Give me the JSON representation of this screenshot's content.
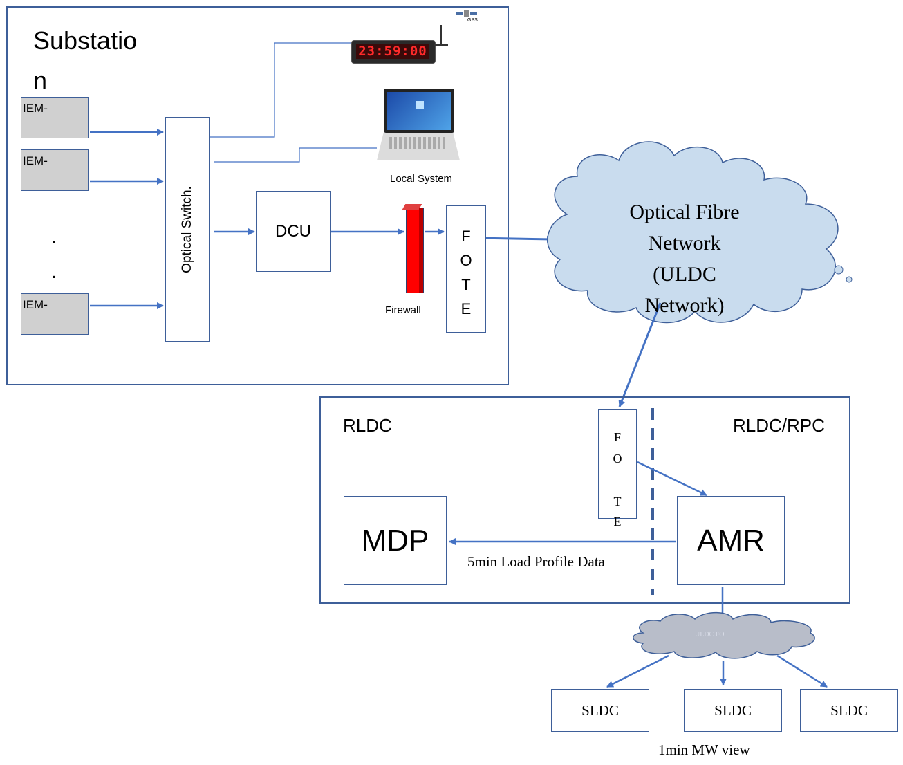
{
  "substation": {
    "title_line1": "Substatio",
    "title_line2": "n",
    "iem_labels": [
      "IEM-",
      "IEM-",
      "IEM-"
    ],
    "ellipsis": [
      ".",
      "."
    ],
    "optical_switch_label": "Optical Switch.",
    "dcu_label": "DCU",
    "firewall_label": "Firewall",
    "fote_letters": [
      "F",
      "O",
      "T",
      "E"
    ],
    "local_system_label": "Local System",
    "clock_display": "23:59:00",
    "gps_label": "GPS"
  },
  "network": {
    "label_lines": [
      "Optical Fibre",
      "Network",
      "(ULDC",
      "Network)"
    ]
  },
  "rldc": {
    "left_label": "RLDC",
    "right_label": "RLDC/RPC",
    "fote_letters": [
      "F",
      "O",
      "T",
      "E"
    ],
    "mdp_label": "MDP",
    "amr_label": "AMR",
    "arrow_label": "5min Load Profile Data"
  },
  "uldc_fo": {
    "label": "ULDC FO"
  },
  "sldc": {
    "boxes": [
      "SLDC",
      "SLDC",
      "SLDC"
    ],
    "caption": "1min MW view"
  },
  "colors": {
    "line": "#4472c4",
    "border": "#3e5f99",
    "cloud_fill": "#c9dcee",
    "firewall": "#ff0000"
  }
}
